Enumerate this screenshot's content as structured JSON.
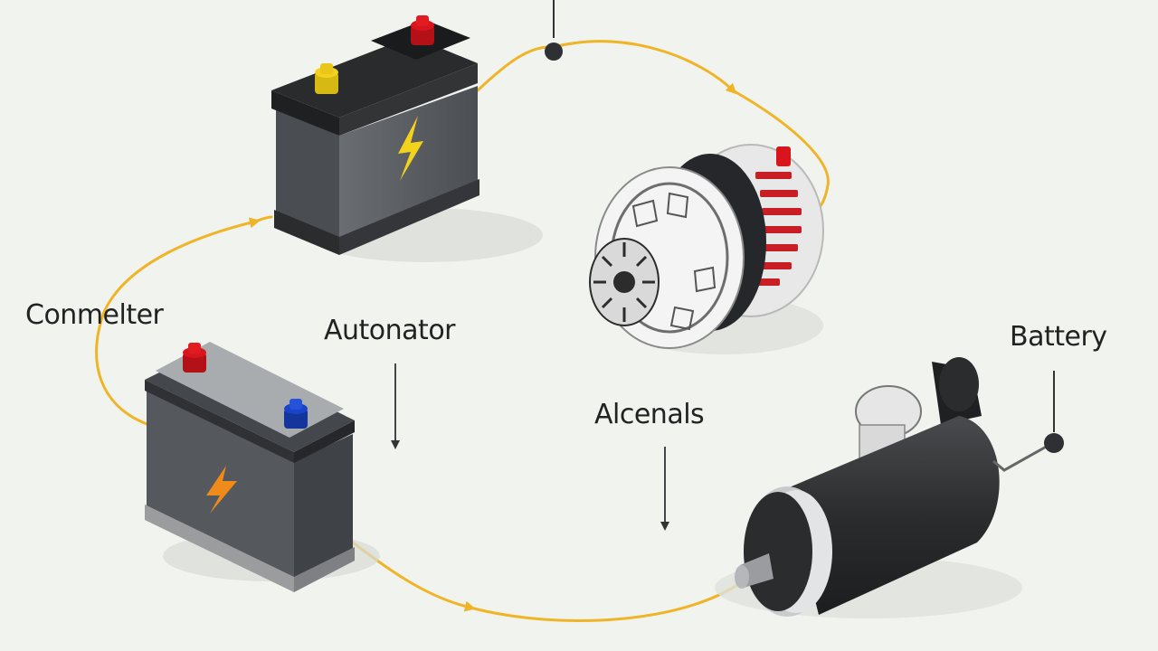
{
  "labels": {
    "connector": "Conmelter",
    "autonator": "Autonator",
    "alcenals": "Alcenals",
    "battery": "Battery"
  },
  "colors": {
    "background": "#f1f3ee",
    "wire": "#f0b429",
    "battery_body": "#5f6266",
    "battery_lid": "#2a2b2d",
    "terminal_red": "#d8141c",
    "terminal_yellow": "#f2d21c",
    "terminal_blue": "#1a44c8",
    "bolt_yellow": "#f2d21c",
    "bolt_orange": "#f08a1a",
    "motor_dark": "#2b2c2e",
    "leader_line": "#333333"
  },
  "components": {
    "top_battery": "battery-icon",
    "bottom_battery": "battery-icon",
    "alternator": "alternator-icon",
    "starter_motor": "starter-motor-icon"
  }
}
